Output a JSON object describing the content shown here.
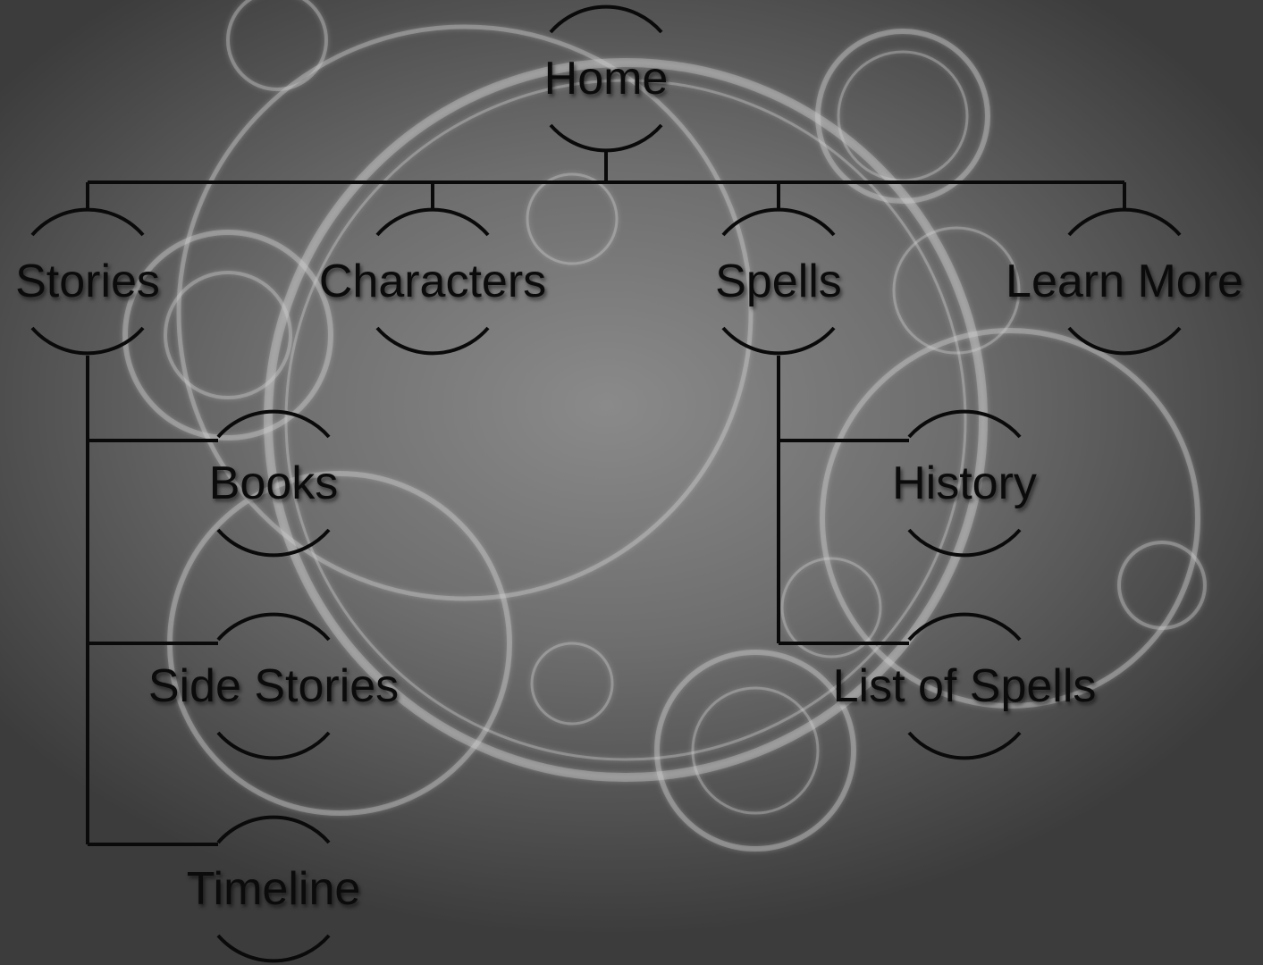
{
  "sitemap": {
    "nodes": {
      "home": "Home",
      "stories": "Stories",
      "characters": "Characters",
      "spells": "Spells",
      "learn_more": "Learn More",
      "books": "Books",
      "side_stories": "Side Stories",
      "timeline": "Timeline",
      "history": "History",
      "list_of_spells": "List of Spells"
    }
  },
  "colors": {
    "line": "#0a0a0a",
    "background": "#6e6e6e",
    "ornament": "#cfcfcf"
  }
}
